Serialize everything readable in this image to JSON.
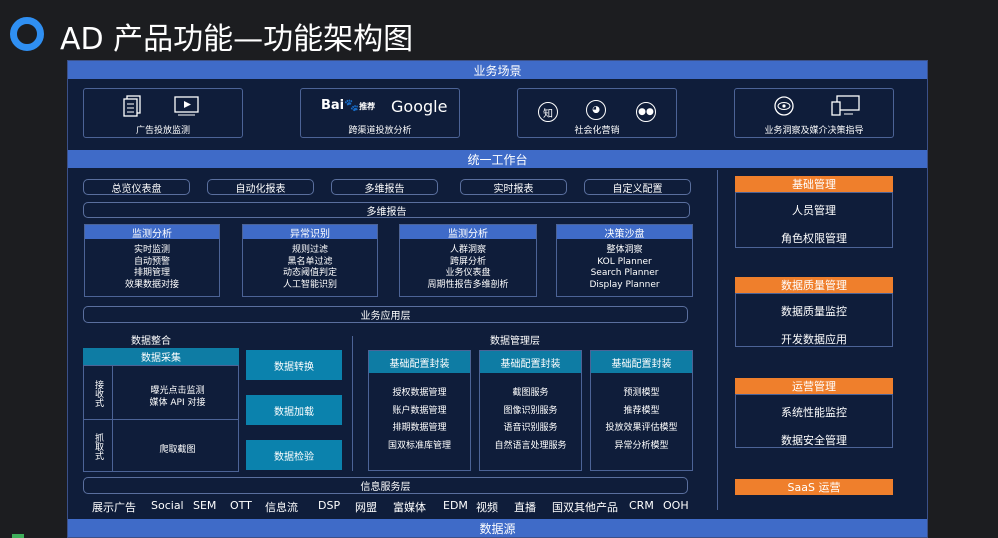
{
  "title": "AD 产品功能—功能架构图",
  "top_band": "业务场景",
  "scenes": [
    "广告投放监测",
    "跨渠道投放分析",
    "社会化营销",
    "业务洞察及媒介决策指导"
  ],
  "logos": {
    "baidu": "Bai",
    "baidu_tag": "推荐",
    "google": "Google",
    "zhi": "知"
  },
  "workbench": "统一工作台",
  "reports": [
    "总览仪表盘",
    "自动化报表",
    "多维报告",
    "实时报表",
    "自定义配置"
  ],
  "multi_report": "多维报告",
  "modules": [
    {
      "title": "监测分析",
      "lines": [
        "实时监测",
        "自动预警",
        "排期管理",
        "效果数据对接"
      ]
    },
    {
      "title": "异常识别",
      "lines": [
        "规则过滤",
        "黑名单过滤",
        "动态阈值判定",
        "人工智能识别"
      ]
    },
    {
      "title": "监测分析",
      "lines": [
        "人群洞察",
        "跨屏分析",
        "业务仪表盘",
        "周期性报告多维剖析"
      ]
    },
    {
      "title": "决策沙盘",
      "lines": [
        "整体洞察",
        "KOL Planner",
        "Search Planner",
        "Display Planner"
      ]
    }
  ],
  "app_layer": "业务应用层",
  "integration": {
    "label": "数据整合",
    "collect": "数据采集",
    "active": "接收式",
    "passive": "抓取式",
    "active_items": [
      "曝光点击监测",
      "媒体 API 对接"
    ],
    "passive_item": "爬取截图",
    "ops": [
      "数据转换",
      "数据加载",
      "数据检验"
    ]
  },
  "mgmt": {
    "label": "数据管理层",
    "cols": [
      {
        "title": "基础配置封装",
        "items": [
          "授权数据管理",
          "账户数据管理",
          "排期数据管理",
          "国双标准库管理"
        ]
      },
      {
        "title": "基础配置封装",
        "items": [
          "截图服务",
          "图像识别服务",
          "语音识别服务",
          "自然语言处理服务"
        ]
      },
      {
        "title": "基础配置封装",
        "items": [
          "预测模型",
          "推荐模型",
          "投放效果评估模型",
          "异常分析模型"
        ]
      }
    ]
  },
  "info_layer": "信息服务层",
  "sources": [
    "展示广告",
    "Social",
    "SEM",
    "OTT",
    "信息流",
    "DSP",
    "网盟",
    "富媒体",
    "EDM",
    "视频",
    "直播",
    "国双其他产品",
    "CRM",
    "OOH"
  ],
  "datasource": "数据源",
  "right": [
    {
      "title": "基础管理",
      "items": [
        "人员管理",
        "角色权限管理"
      ]
    },
    {
      "title": "数据质量管理",
      "items": [
        "数据质量监控",
        "开发数据应用"
      ]
    },
    {
      "title": "运营管理",
      "items": [
        "系统性能监控",
        "数据安全管理"
      ]
    },
    {
      "title": "SaaS  运营",
      "items": []
    }
  ]
}
